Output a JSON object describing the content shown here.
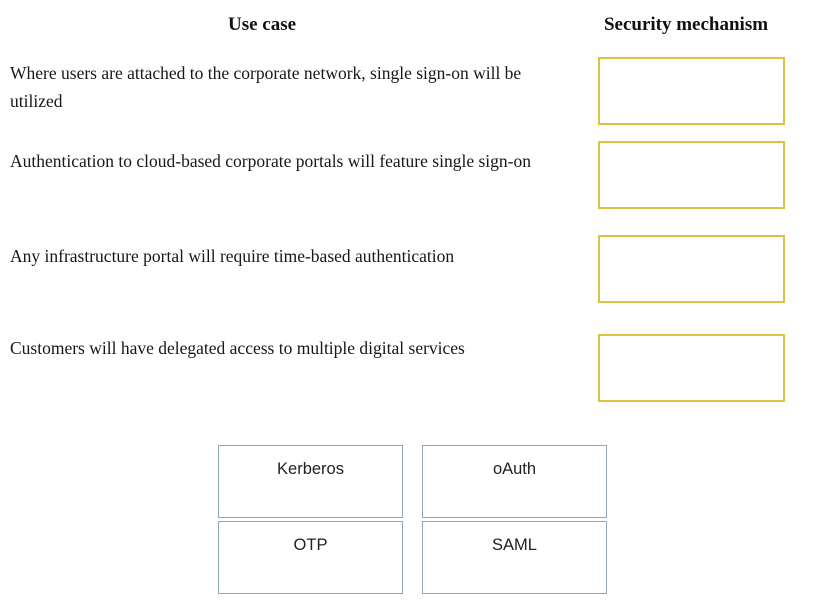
{
  "page": {
    "background_color": "#ffffff",
    "question_type": "drag-and-drop-matching"
  },
  "headers": {
    "left": "Use case",
    "right": "Security mechanism"
  },
  "use_cases": [
    {
      "id": "uc-1",
      "text": "Where users are attached to the corporate network, single sign-on will be utilized"
    },
    {
      "id": "uc-2",
      "text": "Authentication to cloud-based corporate portals will feature single sign-on"
    },
    {
      "id": "uc-3",
      "text": "Any infrastructure portal will require time-based authentication"
    },
    {
      "id": "uc-4",
      "text": "Customers will have delegated access to multiple digital services"
    }
  ],
  "drop_targets": [
    {
      "id": "drop-1",
      "value": "",
      "border_color": "#ddc140"
    },
    {
      "id": "drop-2",
      "value": "",
      "border_color": "#ddc140"
    },
    {
      "id": "drop-3",
      "value": "",
      "border_color": "#ddc140"
    },
    {
      "id": "drop-4",
      "value": "",
      "border_color": "#ddc140"
    }
  ],
  "answer_bank": {
    "border_color": "#8ba8b9",
    "options": [
      {
        "id": "opt-kerberos",
        "label": "Kerberos"
      },
      {
        "id": "opt-oauth",
        "label": "oAuth"
      },
      {
        "id": "opt-otp",
        "label": "OTP"
      },
      {
        "id": "opt-saml",
        "label": "SAML"
      }
    ]
  }
}
